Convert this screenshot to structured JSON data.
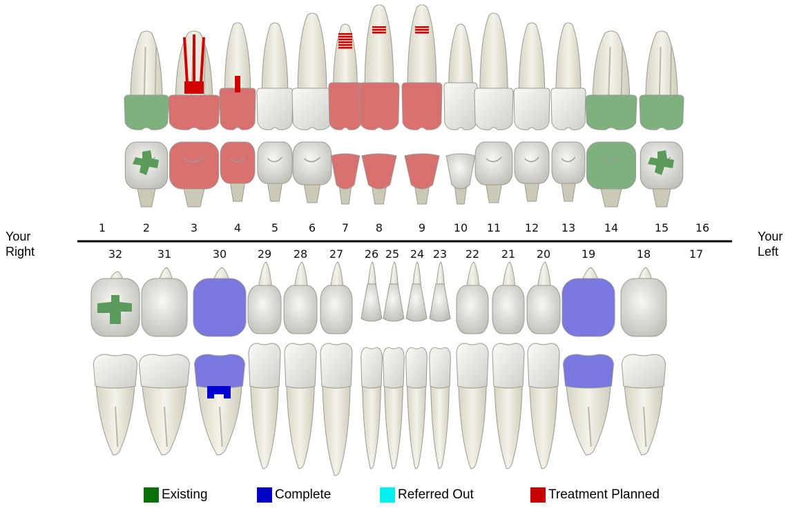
{
  "orientation": {
    "left_label": "Your\nRight",
    "right_label": "Your\nLeft"
  },
  "upper_numbers": [
    "1",
    "2",
    "3",
    "4",
    "5",
    "6",
    "7",
    "8",
    "9",
    "10",
    "11",
    "12",
    "13",
    "14",
    "15",
    "16"
  ],
  "lower_numbers": [
    "32",
    "31",
    "30",
    "29",
    "28",
    "27",
    "26",
    "25",
    "24",
    "23",
    "22",
    "21",
    "20",
    "19",
    "18",
    "17"
  ],
  "legend": [
    {
      "label": "Existing",
      "color": "#0a6e0a"
    },
    {
      "label": "Complete",
      "color": "#0000c8"
    },
    {
      "label": "Referred Out",
      "color": "#00f0f0"
    },
    {
      "label": "Treatment Planned",
      "color": "#c80000"
    }
  ],
  "conditions": {
    "existing": [
      "2",
      "14",
      "15",
      "32"
    ],
    "complete": [
      "30",
      "19"
    ],
    "treatment_planned": [
      "3",
      "4",
      "7",
      "8",
      "9"
    ]
  },
  "colors": {
    "tooth_root": "#e8e6d6",
    "tooth_crown": "#f0f0ec",
    "outline": "#9a9a90",
    "existing_fill": "#7fb07f",
    "complete_fill": "#7878e0",
    "planned_fill": "#d87070",
    "planned_mark": "#d00000",
    "complete_mark": "#0000d0",
    "existing_mark": "#5a9a5a"
  }
}
